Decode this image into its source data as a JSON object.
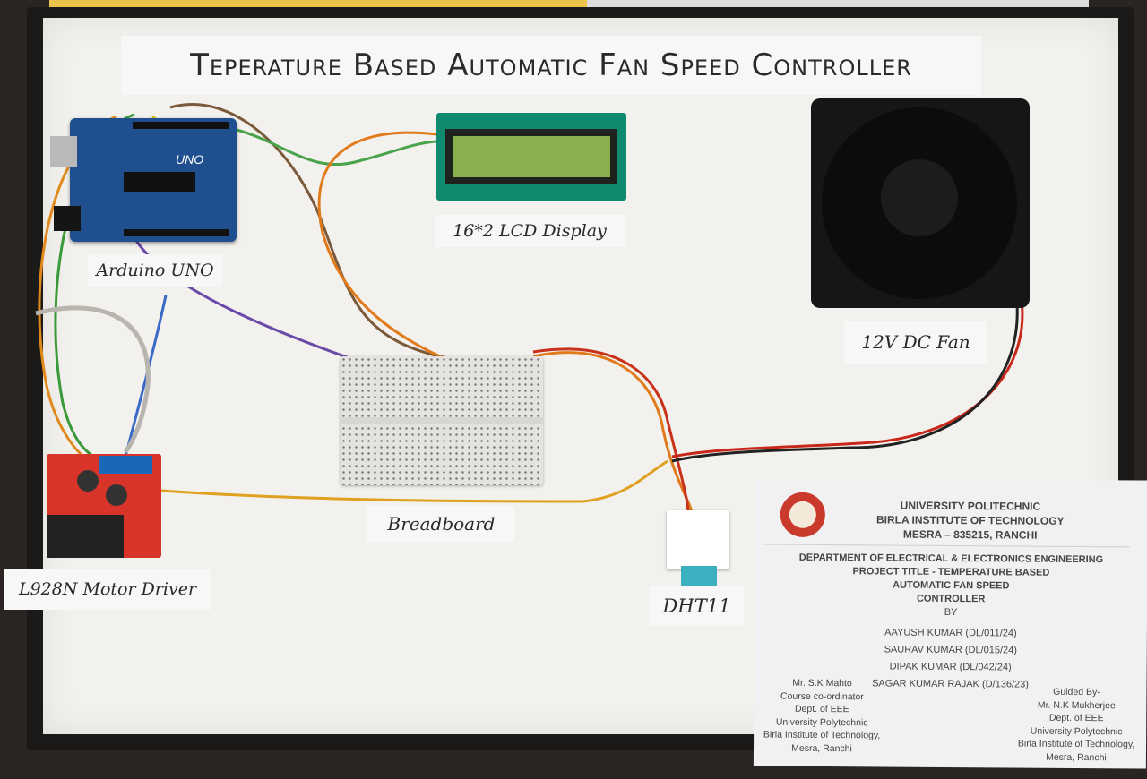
{
  "title": "Teperature Based Automatic Fan Speed Controller",
  "components": {
    "arduino": {
      "label": "Arduino UNO",
      "board_text": "UNO"
    },
    "lcd": {
      "label": "16*2 LCD Display"
    },
    "fan": {
      "label": "12V DC Fan"
    },
    "breadboard": {
      "label": "Breadboard"
    },
    "motor_driver": {
      "label": "L928N Motor Driver"
    },
    "sensor": {
      "label": "DHT11"
    }
  },
  "card": {
    "institution": [
      "UNIVERSITY POLITECHNIC",
      "BIRLA INSTITUTE OF TECHNOLOGY",
      "MESRA – 835215, RANCHI"
    ],
    "department": "DEPARTMENT OF ELECTRICAL & ELECTRONICS ENGINEERING",
    "project_title": [
      "PROJECT TITLE - TEMPERATURE BASED",
      "AUTOMATIC FAN SPEED",
      "CONTROLLER"
    ],
    "by": "BY",
    "members": [
      "AAYUSH KUMAR  (DL/011/24)",
      "SAURAV KUMAR (DL/015/24)",
      "DIPAK KUMAR (DL/042/24)",
      "SAGAR KUMAR RAJAK (D/136/23)"
    ],
    "coordinator": [
      "Mr. S.K Mahto",
      "Course co-ordinator",
      "Dept. of EEE",
      "University Polytechnic",
      "Birla Institute of Technology,",
      "Mesra, Ranchi"
    ],
    "guide": [
      "Guided By-",
      "Mr. N.K Mukherjee",
      "Dept. of EEE",
      "University Polytechnic",
      "Birla Institute of Technology,",
      "Mesra, Ranchi"
    ]
  },
  "colors": {
    "board": "#f3f1ed",
    "frame": "#1b1a19",
    "arduino": "#1f4f8e",
    "lcd_pcb": "#0f8a6e",
    "driver": "#d8342a",
    "sensor": "#3bb1c0"
  }
}
